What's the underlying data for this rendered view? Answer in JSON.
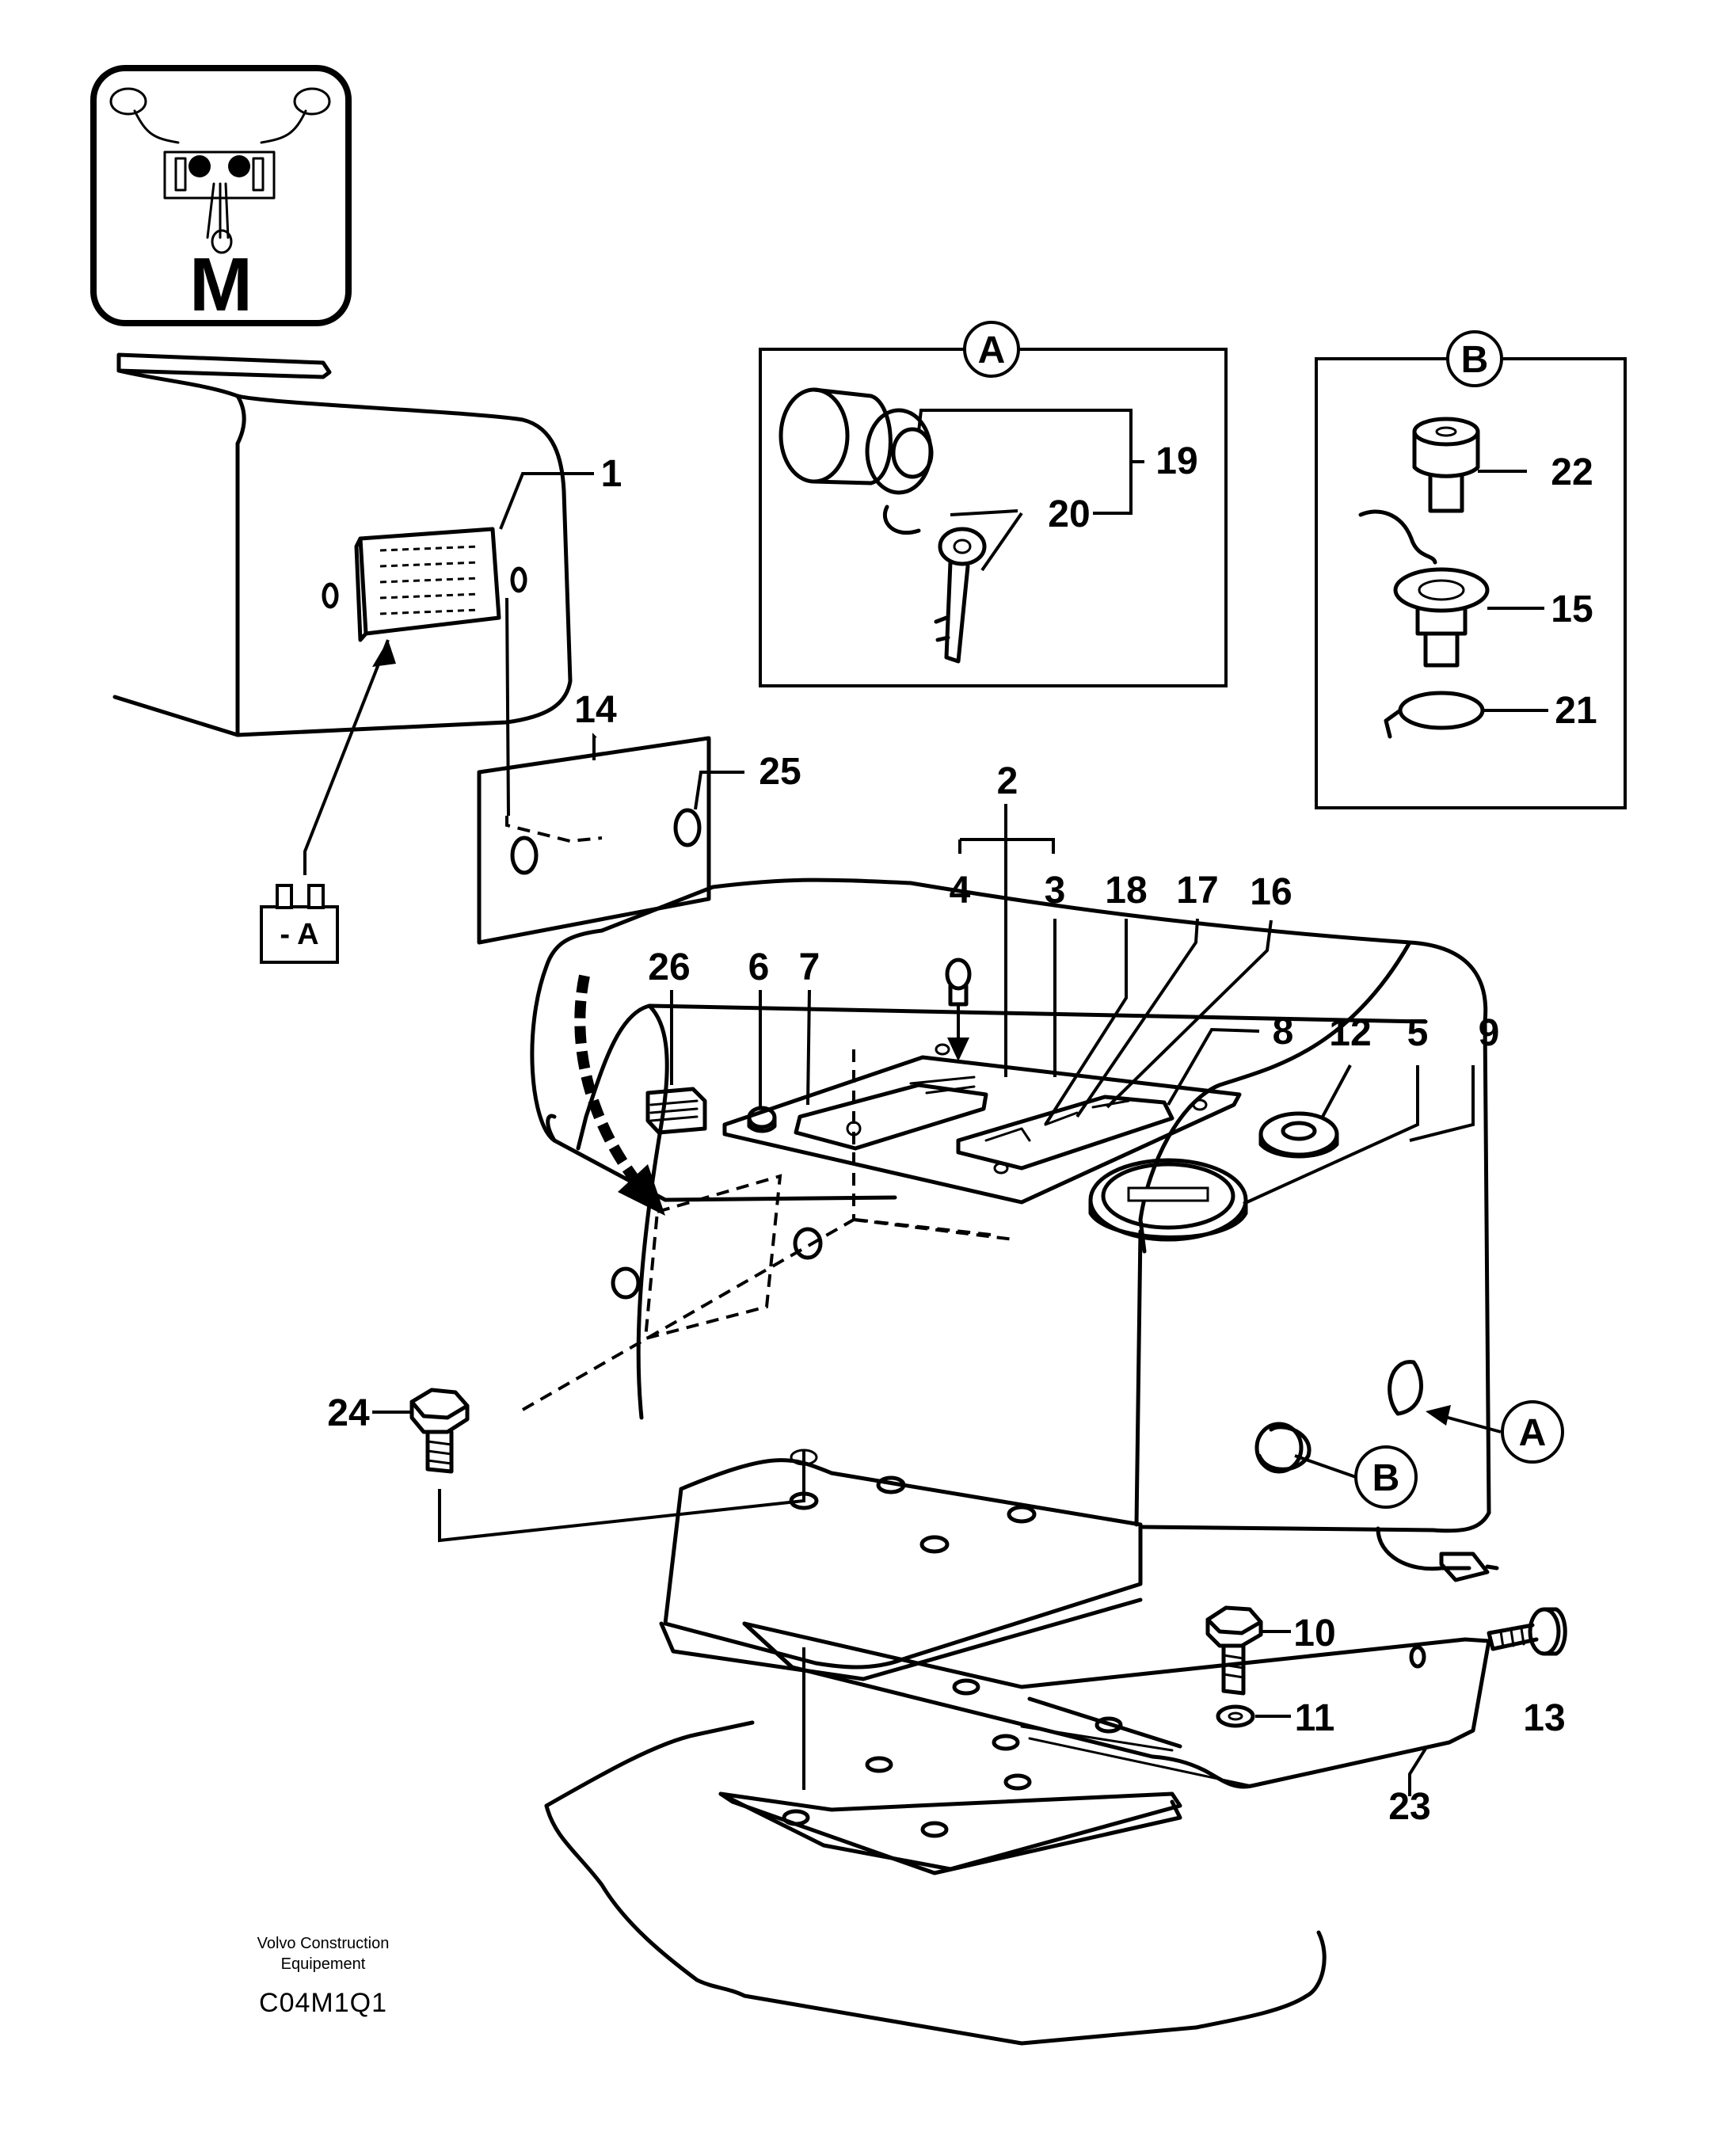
{
  "section_badge": {
    "letter": "M",
    "icon": "joystick-controls-icon"
  },
  "detail_labels": {
    "a": "A",
    "b": "B"
  },
  "fuse_label": "- A",
  "callouts": [
    "1",
    "2",
    "3",
    "4",
    "5",
    "6",
    "7",
    "8",
    "9",
    "10",
    "11",
    "12",
    "13",
    "14",
    "15",
    "16",
    "17",
    "18",
    "19",
    "20",
    "21",
    "22",
    "23",
    "24",
    "25",
    "26"
  ],
  "footer": {
    "manufacturer_line1": "Volvo Construction",
    "manufacturer_line2": "Equipement",
    "drawing_code": "C04M1Q1"
  }
}
